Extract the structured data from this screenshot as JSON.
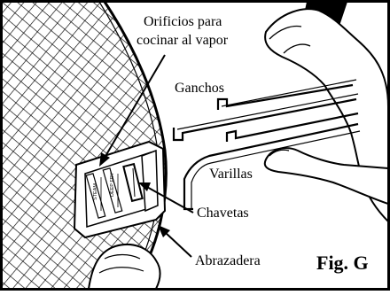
{
  "labels": {
    "steam_holes_line1": "Orificios para",
    "steam_holes_line2": "cocinar al vapor",
    "hooks": "Ganchos",
    "rods": "Varillas",
    "pins": "Chavetas",
    "clamp": "Abrazadera",
    "figure": "Fig. G"
  },
  "basket_markings": {
    "steam": "STEAM",
    "deep_fry": "DEEP FRY"
  }
}
